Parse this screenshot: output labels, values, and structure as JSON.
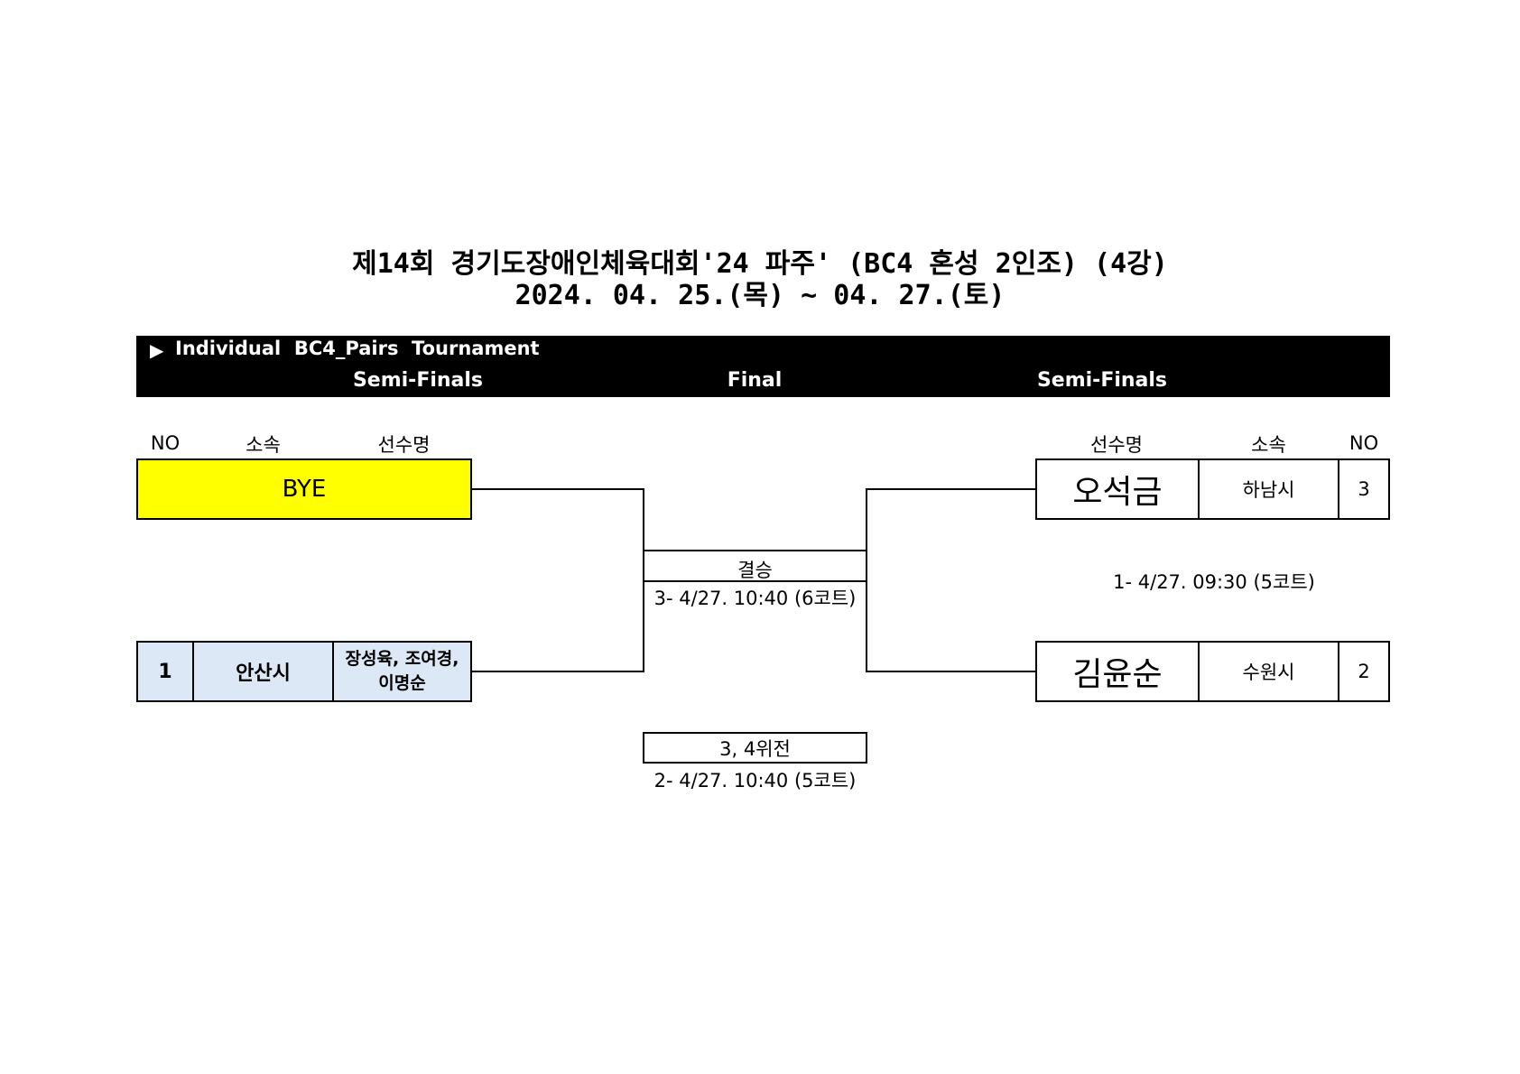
{
  "title": {
    "line1": "제14회 경기도장애인체육대회'24 파주' (BC4 혼성 2인조) (4강)",
    "line2": "2024. 04. 25.(목) ~ 04. 27.(토)"
  },
  "header": {
    "arrow": "▶",
    "tournament": "Individual  BC4_Pairs  Tournament",
    "left_round": "Semi-Finals",
    "center_round": "Final",
    "right_round": "Semi-Finals"
  },
  "left": {
    "columns": {
      "no": "NO",
      "affiliation": "소속",
      "players": "선수명"
    },
    "bye": "BYE",
    "entry": {
      "no": "1",
      "affiliation": "안산시",
      "players_line1": "장성육, 조여경,",
      "players_line2": "이명순"
    }
  },
  "right": {
    "columns": {
      "players": "선수명",
      "affiliation": "소속",
      "no": "NO"
    },
    "entry_top": {
      "players": "오석금",
      "affiliation": "하남시",
      "no": "3"
    },
    "entry_bottom": {
      "players": "김윤순",
      "affiliation": "수원시",
      "no": "2"
    },
    "match": "1- 4/27. 09:30 (5코트)"
  },
  "final": {
    "label": "결승",
    "match": "3- 4/27. 10:40 (6코트)"
  },
  "third_place": {
    "label": "3, 4위전",
    "match": "2- 4/27. 10:40 (5코트)"
  },
  "colors": {
    "bye_fill": "#ffff00",
    "entry_fill": "#dde8f6",
    "header_bg": "#000000"
  }
}
